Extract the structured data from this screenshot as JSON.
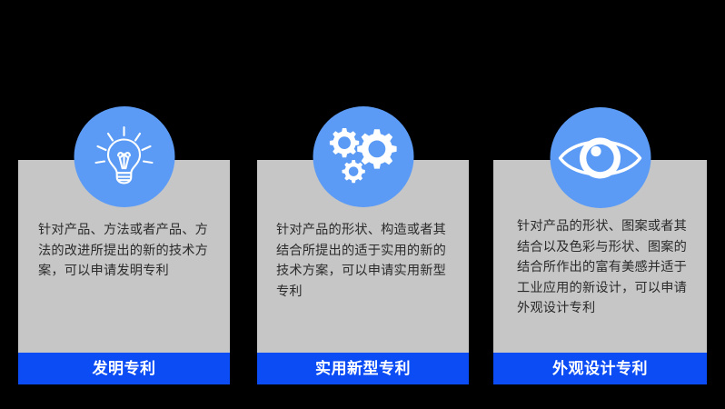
{
  "canvas": {
    "background_color": "#000000",
    "card_body_color": "#c6c6c6",
    "footer_color": "#0b4cf5",
    "circle_color": "#5b9bf5",
    "icon_color": "#ffffff",
    "body_text_color": "#2b2b2b",
    "footer_text_color": "#ffffff"
  },
  "cards": [
    {
      "icon": "lightbulb-icon",
      "description": "针对产品、方法或者产品、方法的改进所提出的新的技术方案，可以申请发明专利",
      "label": "发明专利"
    },
    {
      "icon": "gears-icon",
      "description": "针对产品的形状、构造或者其结合所提出的适于实用的新的技术方案，可以申请实用新型专利",
      "label": "实用新型专利"
    },
    {
      "icon": "eye-icon",
      "description": "针对产品的形状、图案或者其结合以及色彩与形状、图案的结合所作出的富有美感并适于工业应用的新设计，可以申请外观设计专利",
      "label": "外观设计专利"
    }
  ]
}
